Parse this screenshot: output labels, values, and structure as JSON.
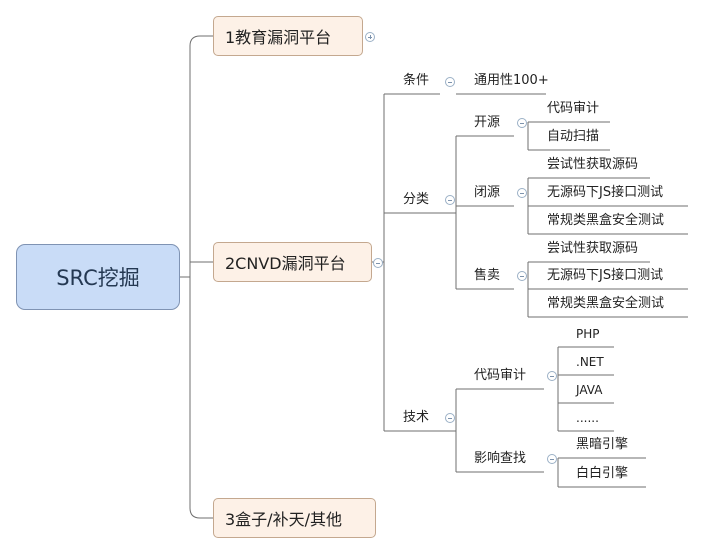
{
  "root": {
    "label": "SRC挖掘"
  },
  "branches": [
    {
      "label": "1教育漏洞平台"
    },
    {
      "label": "2CNVD漏洞平台"
    },
    {
      "label": "3盒子/补天/其他"
    }
  ],
  "cnvd": {
    "condition": {
      "label": "条件",
      "value": "通用性100+"
    },
    "classification": {
      "label": "分类",
      "open_source": {
        "label": "开源",
        "items": [
          "代码审计",
          "自动扫描"
        ]
      },
      "closed_source": {
        "label": "闭源",
        "items": [
          "尝试性获取源码",
          "无源码下JS接口测试",
          "常规类黑盒安全测试"
        ]
      },
      "for_sale": {
        "label": "售卖",
        "items": [
          "尝试性获取源码",
          "无源码下JS接口测试",
          "常规类黑盒安全测试"
        ]
      }
    },
    "technique": {
      "label": "技术",
      "code_audit": {
        "label": "代码审计",
        "items": [
          "PHP",
          ".NET",
          "JAVA",
          "......"
        ]
      },
      "impact_search": {
        "label": "影响查找",
        "items": [
          "黑暗引擎",
          "白白引擎"
        ]
      }
    }
  },
  "colors": {
    "root_fill": "#c9dcf7",
    "branch_fill": "#fdf1e7",
    "connector": "#6f6f6f",
    "toggle": "#9bb0c6"
  }
}
